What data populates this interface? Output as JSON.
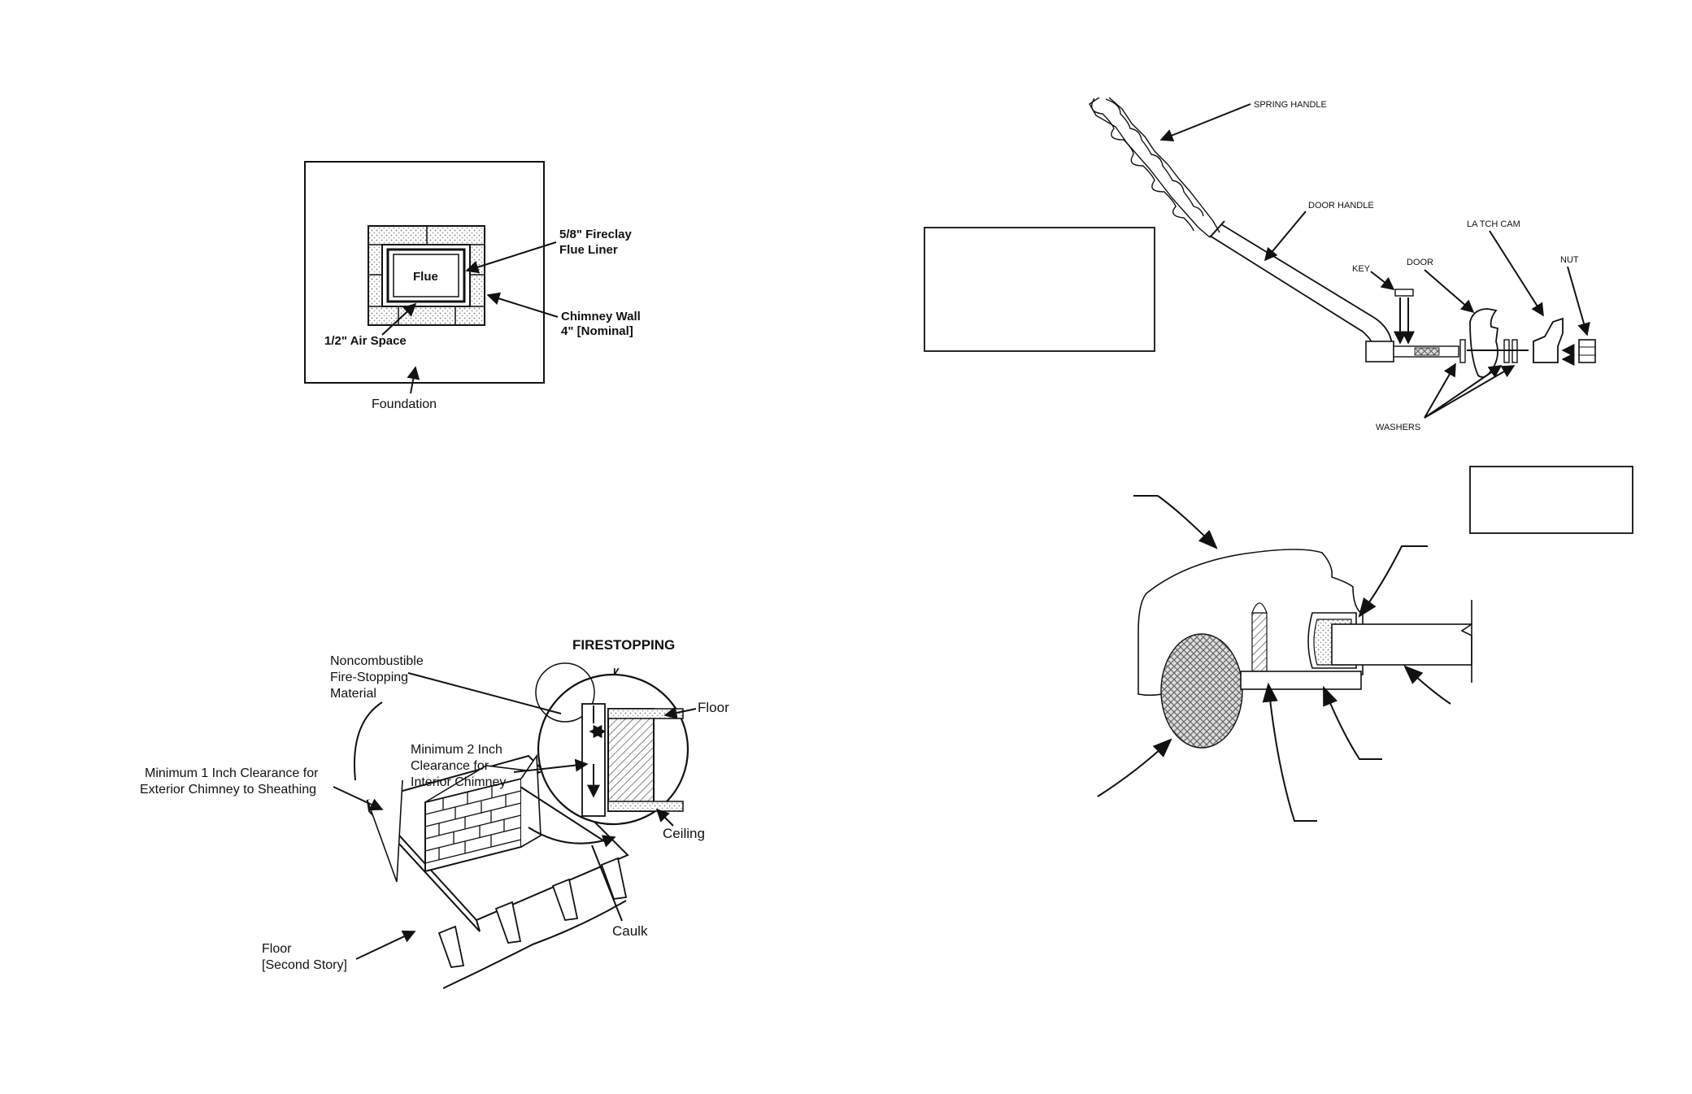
{
  "chimney_plan": {
    "flue": "Flue",
    "fireclay_liner": [
      "5/8\" Fireclay",
      "Flue Liner"
    ],
    "chimney_wall": [
      "Chimney Wall",
      "4\" [Nominal]"
    ],
    "air_space": "1/2\" Air Space",
    "foundation": "Foundation"
  },
  "firestopping": {
    "title": "FIRESTOPPING",
    "noncombustible": [
      "Noncombustible",
      "Fire-Stopping",
      "Material"
    ],
    "min_1_inch": [
      "Minimum 1 Inch Clearance for",
      "Exterior Chimney to Sheathing"
    ],
    "min_2_inch": [
      "Minimum 2 Inch",
      "Clearance for",
      "Interior Chimney"
    ],
    "floor": "Floor",
    "ceiling": "Ceiling",
    "caulk": "Caulk",
    "floor_second": [
      "Floor",
      "[Second Story]"
    ]
  },
  "door_handle": {
    "spring_handle": "SPRING HANDLE",
    "door_handle": "DOOR HANDLE",
    "latch_cam": "LA TCH CAM",
    "key": "KEY",
    "door": "DOOR",
    "nut": "NUT",
    "washers": "WASHERS"
  },
  "colors": {
    "ink": "#111111",
    "stipple": "#bdbdbd",
    "gasket": "#888888"
  }
}
